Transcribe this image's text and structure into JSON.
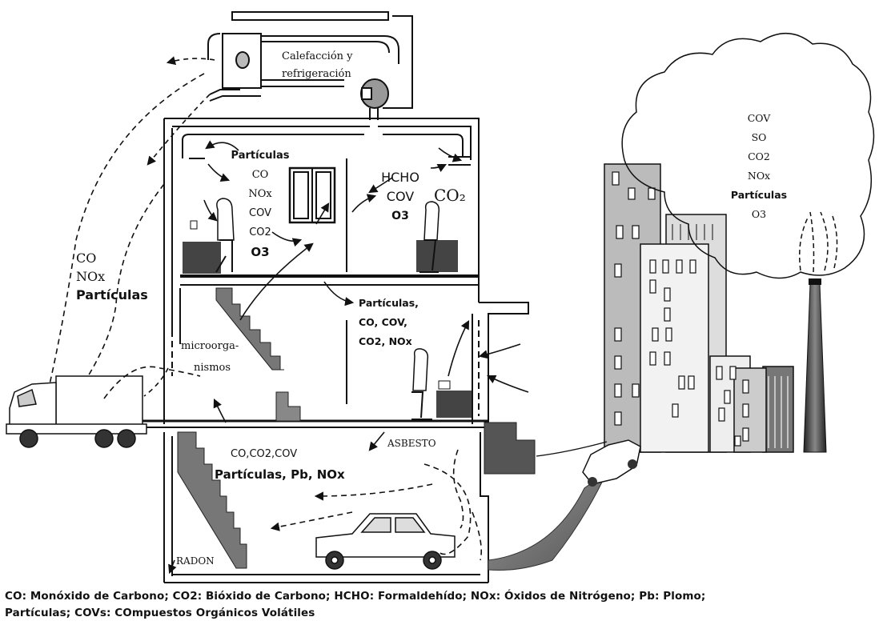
{
  "labels": {
    "hvac": "Calefacción y refrigeración",
    "hvac_line1": "Calefacción y",
    "hvac_line2": "refrigeración",
    "room1": [
      "Partículas",
      "CO",
      "NOx",
      "COV",
      "CO2",
      "O3"
    ],
    "room2": [
      "HCHO",
      "COV",
      "O3"
    ],
    "room2_co2": "CO₂",
    "middle_floor": [
      "Partículas,",
      "CO, COV,",
      "CO2, NOx"
    ],
    "microorg_1": "microorga-",
    "microorg_2": "nismos",
    "outside": [
      "CO",
      "NOx",
      "Partículas"
    ],
    "basement_1": "CO,CO2,COV",
    "basement_2": "Partículas, Pb, NOx",
    "asbesto": "ASBESTO",
    "radon": "RADON",
    "cloud": [
      "COV",
      "SO",
      "CO2",
      "NOx",
      "Partículas",
      "O3"
    ]
  },
  "caption": {
    "line1": "CO: Monóxido de Carbono; CO2: Bióxido de Carbono; HCHO: Formaldehído; NOx: Óxidos de Nitrógeno; Pb: Plomo;",
    "line2": "Partículas; COVs: COmpuestos Orgánicos Volátiles"
  }
}
